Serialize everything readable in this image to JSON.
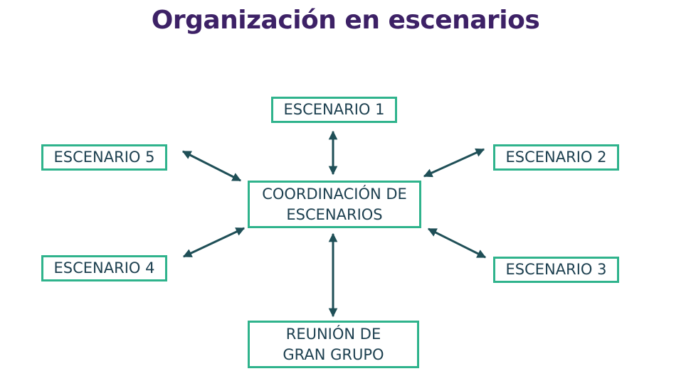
{
  "title": "Organización en escenarios",
  "colors": {
    "title": "#3d2166",
    "box_border": "#2fb38c",
    "box_text": "#1c3f4f",
    "arrow": "#1f4f57"
  },
  "nodes": {
    "center": {
      "line1": "COORDINACIÓN DE",
      "line2": "ESCENARIOS"
    },
    "esc1": "ESCENARIO 1",
    "esc2": "ESCENARIO 2",
    "esc3": "ESCENARIO 3",
    "esc4": "ESCENARIO 4",
    "esc5": "ESCENARIO 5",
    "group": {
      "line1": "REUNIÓN DE",
      "line2": "GRAN GRUPO"
    }
  }
}
